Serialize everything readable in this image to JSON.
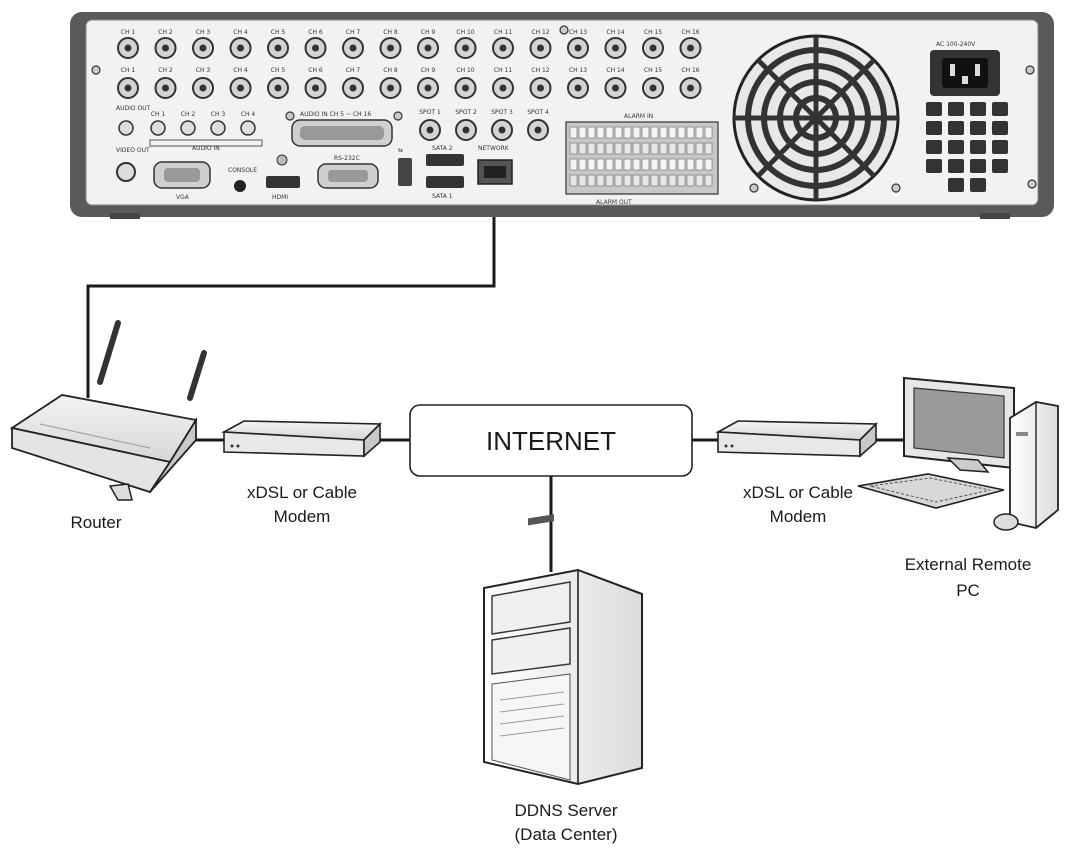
{
  "dvr": {
    "row1_labels": [
      "CH 1",
      "CH 2",
      "CH 3",
      "CH 4",
      "CH 5",
      "CH 6",
      "CH 7",
      "CH 8",
      "CH 9",
      "CH 10",
      "CH 11",
      "CH 12",
      "CH 13",
      "CH 14",
      "CH 15",
      "CH 16"
    ],
    "row2_labels": [
      "CH 1",
      "CH 2",
      "CH 3",
      "CH 4",
      "CH 5",
      "CH 6",
      "CH 7",
      "CH 8",
      "CH 9",
      "CH 10",
      "CH 11",
      "CH 12",
      "CH 13",
      "CH 14",
      "CH 15",
      "CH 16"
    ],
    "audio_in_labels": [
      "CH 1",
      "CH 2",
      "CH 3",
      "CH 4"
    ],
    "spot_labels": [
      "SPOT 1",
      "SPOT 2",
      "SPOT 3",
      "SPOT 4"
    ],
    "audio_out": "AUDIO OUT",
    "video_out": "VIDEO OUT",
    "audio_in": "AUDIO IN",
    "audio_in_range": "AUDIO IN CH 5 ~ CH 16",
    "vga": "VGA",
    "console": "CONSOLE",
    "hdmi": "HDMI",
    "rs232c": "RS-232C",
    "sata2": "SATA 2",
    "sata1": "SATA 1",
    "network": "NETWORK",
    "alarm_in": "ALARM IN",
    "alarm_out": "ALARM OUT",
    "power": "AC 100-240V"
  },
  "labels": {
    "internet": "INTERNET",
    "router": "Router",
    "modem_left": [
      "xDSL or Cable",
      "Modem"
    ],
    "modem_right": [
      "xDSL or Cable",
      "Modem"
    ],
    "remote_pc": [
      "External Remote",
      "PC"
    ],
    "ddns": [
      "DDNS Server",
      "(Data Center)"
    ]
  }
}
